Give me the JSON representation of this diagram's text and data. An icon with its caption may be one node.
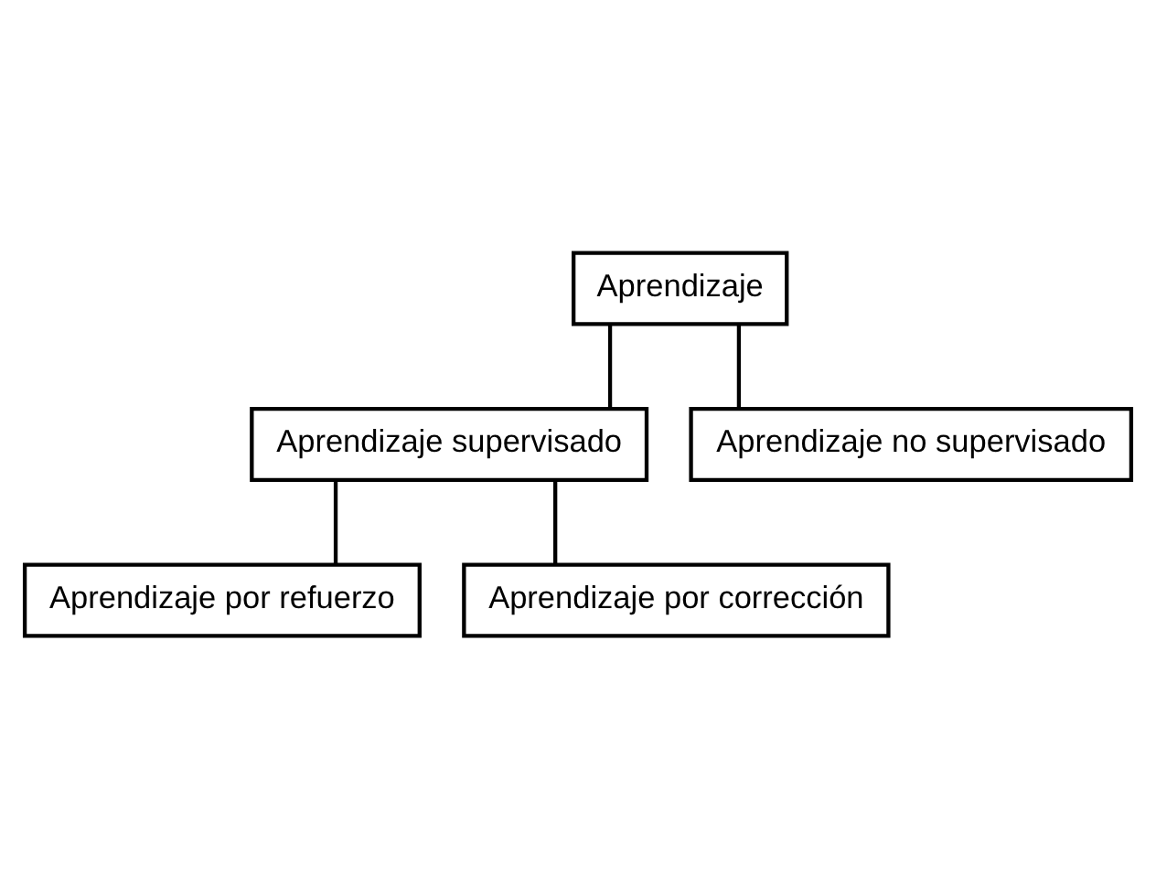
{
  "diagram": {
    "nodes": [
      {
        "text": [
          "Aprendizaje"
        ]
      },
      {
        "text": [
          "Aprendizaje supervisado"
        ]
      },
      {
        "text": [
          "Aprendizaje no supervisado"
        ]
      },
      {
        "text": [
          "Aprendizaje por refuerzo"
        ]
      },
      {
        "text": [
          "Aprendizaje por corrección"
        ]
      }
    ],
    "edges": [
      {
        "from": 0,
        "to": 1,
        "arrow": "none"
      },
      {
        "from": 0,
        "to": 2,
        "arrow": "none"
      },
      {
        "from": 1,
        "to": 3,
        "arrow": "none"
      },
      {
        "from": 1,
        "to": 4,
        "arrow": "none"
      }
    ]
  }
}
